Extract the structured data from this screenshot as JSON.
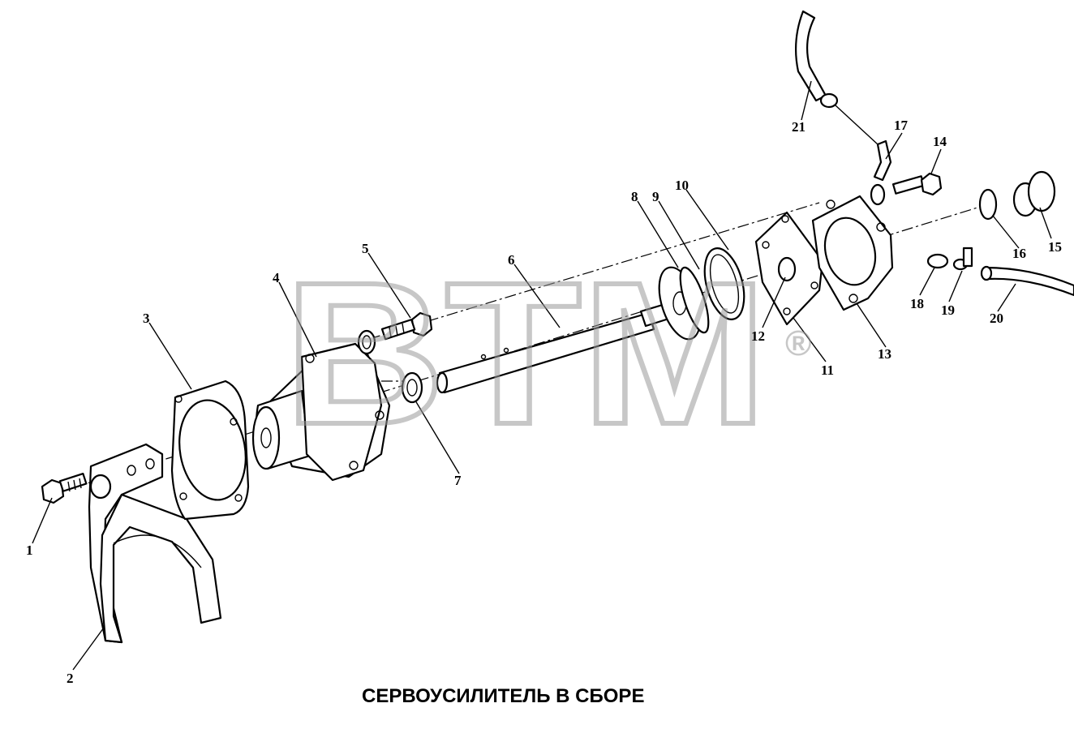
{
  "watermark": {
    "text": "BTM",
    "registered_mark": "®",
    "color": "#9a9a9a"
  },
  "caption": "СЕРВОУСИЛИТЕЛЬ В СБОРЕ",
  "part_labels": [
    "1",
    "2",
    "3",
    "4",
    "5",
    "6",
    "7",
    "8",
    "9",
    "10",
    "11",
    "12",
    "13",
    "14",
    "15",
    "16",
    "17",
    "18",
    "19",
    "20",
    "21"
  ]
}
